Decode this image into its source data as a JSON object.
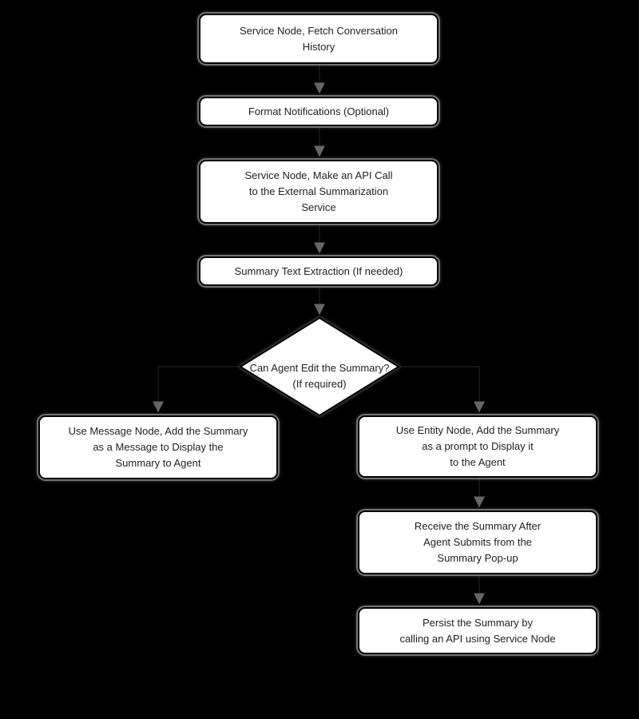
{
  "canvas": {
    "background_color": "#000000",
    "node_fill": "#ffffff",
    "node_border_color": "#000000",
    "node_halo_color": "#8f8f8f",
    "text_color": "#1f1f1f",
    "connector_color": "#141414",
    "arrowhead_color": "#666666"
  },
  "nodes": {
    "fetch_history": {
      "label": "Service Node, Fetch Conversation\nHistory"
    },
    "format_notifications": {
      "label": "Format Notifications (Optional)"
    },
    "api_call": {
      "label": "Service Node, Make an API Call\nto the External Summarization\nService"
    },
    "text_extraction": {
      "label": "Summary Text Extraction (If needed)"
    },
    "decision": {
      "label": "Can Agent Edit the Summary?\n(If required)"
    },
    "message_node": {
      "label": "Use Message Node, Add the Summary\nas a Message to Display the\nSummary to Agent"
    },
    "entity_node": {
      "label": "Use Entity Node, Add the Summary\nas a prompt to Display it\nto the Agent"
    },
    "receive_summary": {
      "label": "Receive the Summary After\nAgent Submits from the\nSummary Pop-up"
    },
    "persist_summary": {
      "label": "Persist the Summary by\ncalling an API using Service Node"
    }
  },
  "edges": [
    {
      "from": "fetch_history",
      "to": "format_notifications"
    },
    {
      "from": "format_notifications",
      "to": "api_call"
    },
    {
      "from": "api_call",
      "to": "text_extraction"
    },
    {
      "from": "text_extraction",
      "to": "decision"
    },
    {
      "from": "decision",
      "to": "message_node"
    },
    {
      "from": "decision",
      "to": "entity_node"
    },
    {
      "from": "entity_node",
      "to": "receive_summary"
    },
    {
      "from": "receive_summary",
      "to": "persist_summary"
    }
  ]
}
